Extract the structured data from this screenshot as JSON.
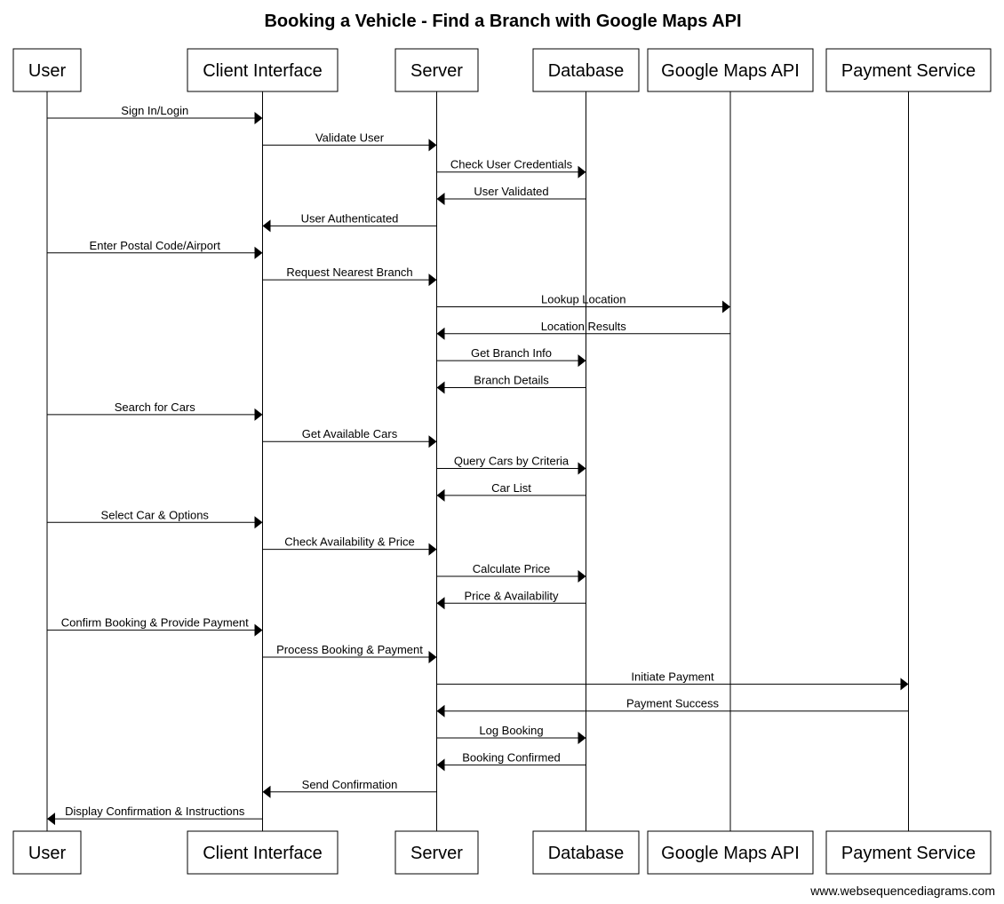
{
  "title": "Booking a Vehicle - Find a Branch with Google Maps API",
  "watermark": "www.websequencediagrams.com",
  "actors": [
    {
      "id": "user",
      "label": "User"
    },
    {
      "id": "client",
      "label": "Client Interface"
    },
    {
      "id": "server",
      "label": "Server"
    },
    {
      "id": "database",
      "label": "Database"
    },
    {
      "id": "maps",
      "label": "Google Maps API"
    },
    {
      "id": "payment",
      "label": "Payment Service"
    }
  ],
  "messages": [
    {
      "from": "user",
      "to": "client",
      "label": "Sign In/Login"
    },
    {
      "from": "client",
      "to": "server",
      "label": "Validate User"
    },
    {
      "from": "server",
      "to": "database",
      "label": "Check User Credentials"
    },
    {
      "from": "database",
      "to": "server",
      "label": "User Validated"
    },
    {
      "from": "server",
      "to": "client",
      "label": "User Authenticated"
    },
    {
      "from": "user",
      "to": "client",
      "label": "Enter Postal Code/Airport"
    },
    {
      "from": "client",
      "to": "server",
      "label": "Request Nearest Branch"
    },
    {
      "from": "server",
      "to": "maps",
      "label": "Lookup Location"
    },
    {
      "from": "maps",
      "to": "server",
      "label": "Location Results"
    },
    {
      "from": "server",
      "to": "database",
      "label": "Get Branch Info"
    },
    {
      "from": "database",
      "to": "server",
      "label": "Branch Details"
    },
    {
      "from": "user",
      "to": "client",
      "label": "Search for Cars"
    },
    {
      "from": "client",
      "to": "server",
      "label": "Get Available Cars"
    },
    {
      "from": "server",
      "to": "database",
      "label": "Query Cars by Criteria"
    },
    {
      "from": "database",
      "to": "server",
      "label": "Car List"
    },
    {
      "from": "user",
      "to": "client",
      "label": "Select Car & Options"
    },
    {
      "from": "client",
      "to": "server",
      "label": "Check Availability & Price"
    },
    {
      "from": "server",
      "to": "database",
      "label": "Calculate Price"
    },
    {
      "from": "database",
      "to": "server",
      "label": "Price & Availability"
    },
    {
      "from": "user",
      "to": "client",
      "label": "Confirm Booking & Provide Payment"
    },
    {
      "from": "client",
      "to": "server",
      "label": "Process Booking & Payment"
    },
    {
      "from": "server",
      "to": "payment",
      "label": "Initiate Payment"
    },
    {
      "from": "payment",
      "to": "server",
      "label": "Payment Success"
    },
    {
      "from": "server",
      "to": "database",
      "label": "Log Booking"
    },
    {
      "from": "database",
      "to": "server",
      "label": "Booking Confirmed"
    },
    {
      "from": "server",
      "to": "client",
      "label": "Send Confirmation"
    },
    {
      "from": "client",
      "to": "user",
      "label": "Display Confirmation & Instructions"
    }
  ]
}
